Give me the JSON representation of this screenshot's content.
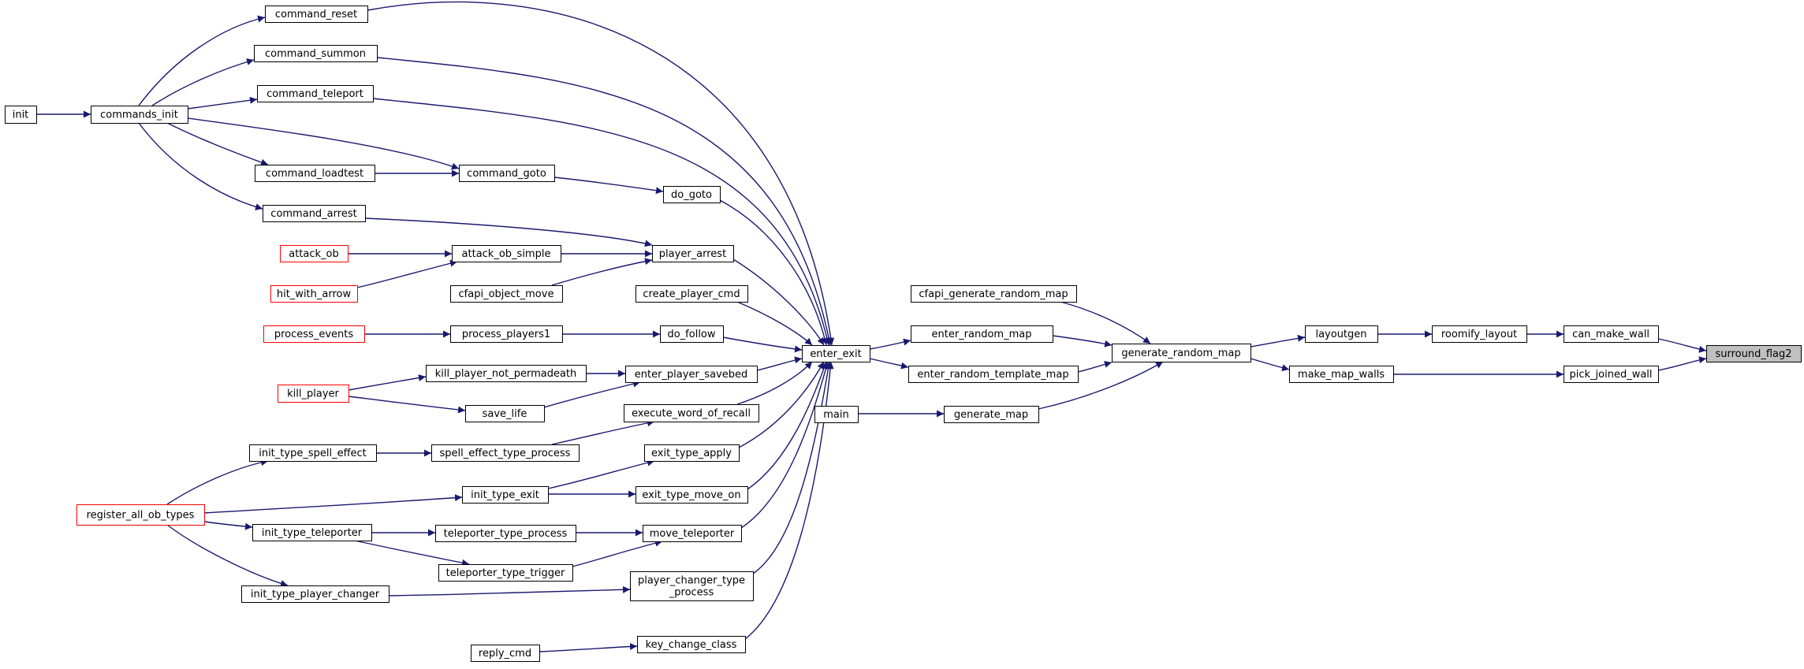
{
  "graph": {
    "nodes": [
      {
        "id": "surround_flag2",
        "label": "surround_flag2",
        "style": "highlight"
      },
      {
        "id": "can_make_wall",
        "label": "can_make_wall",
        "style": "normal"
      },
      {
        "id": "pick_joined_wall",
        "label": "pick_joined_wall",
        "style": "normal"
      },
      {
        "id": "roomify_layout",
        "label": "roomify_layout",
        "style": "normal"
      },
      {
        "id": "make_map_walls",
        "label": "make_map_walls",
        "style": "normal"
      },
      {
        "id": "layoutgen",
        "label": "layoutgen",
        "style": "normal"
      },
      {
        "id": "generate_random_map",
        "label": "generate_random_map",
        "style": "normal"
      },
      {
        "id": "cfapi_generate_random_map",
        "label": "cfapi_generate_random_map",
        "style": "normal"
      },
      {
        "id": "enter_random_map",
        "label": "enter_random_map",
        "style": "normal"
      },
      {
        "id": "enter_random_template_map",
        "label": "enter_random_template_map",
        "style": "normal"
      },
      {
        "id": "generate_map",
        "label": "generate_map",
        "style": "normal"
      },
      {
        "id": "main",
        "label": "main",
        "style": "normal"
      },
      {
        "id": "enter_exit",
        "label": "enter_exit",
        "style": "normal"
      },
      {
        "id": "command_reset",
        "label": "command_reset",
        "style": "normal"
      },
      {
        "id": "command_summon",
        "label": "command_summon",
        "style": "normal"
      },
      {
        "id": "command_teleport",
        "label": "command_teleport",
        "style": "normal"
      },
      {
        "id": "command_loadtest",
        "label": "command_loadtest",
        "style": "normal"
      },
      {
        "id": "command_goto",
        "label": "command_goto",
        "style": "normal"
      },
      {
        "id": "command_arrest",
        "label": "command_arrest",
        "style": "normal"
      },
      {
        "id": "commands_init",
        "label": "commands_init",
        "style": "normal"
      },
      {
        "id": "init",
        "label": "init",
        "style": "normal"
      },
      {
        "id": "do_goto",
        "label": "do_goto",
        "style": "normal"
      },
      {
        "id": "player_arrest",
        "label": "player_arrest",
        "style": "normal"
      },
      {
        "id": "attack_ob",
        "label": "attack_ob",
        "style": "red"
      },
      {
        "id": "attack_ob_simple",
        "label": "attack_ob_simple",
        "style": "normal"
      },
      {
        "id": "hit_with_arrow",
        "label": "hit_with_arrow",
        "style": "red"
      },
      {
        "id": "cfapi_object_move",
        "label": "cfapi_object_move",
        "style": "normal"
      },
      {
        "id": "create_player_cmd",
        "label": "create_player_cmd",
        "style": "normal"
      },
      {
        "id": "process_events",
        "label": "process_events",
        "style": "red"
      },
      {
        "id": "process_players1",
        "label": "process_players1",
        "style": "normal"
      },
      {
        "id": "do_follow",
        "label": "do_follow",
        "style": "normal"
      },
      {
        "id": "kill_player",
        "label": "kill_player",
        "style": "red"
      },
      {
        "id": "kill_player_not_permadeath",
        "label": "kill_player_not_permadeath",
        "style": "normal"
      },
      {
        "id": "save_life",
        "label": "save_life",
        "style": "normal"
      },
      {
        "id": "enter_player_savebed",
        "label": "enter_player_savebed",
        "style": "normal"
      },
      {
        "id": "execute_word_of_recall",
        "label": "execute_word_of_recall",
        "style": "normal"
      },
      {
        "id": "init_type_spell_effect",
        "label": "init_type_spell_effect",
        "style": "normal"
      },
      {
        "id": "spell_effect_type_process",
        "label": "spell_effect_type_process",
        "style": "normal"
      },
      {
        "id": "exit_type_apply",
        "label": "exit_type_apply",
        "style": "normal"
      },
      {
        "id": "register_all_ob_types",
        "label": "register_all_ob_types",
        "style": "red"
      },
      {
        "id": "init_type_exit",
        "label": "init_type_exit",
        "style": "normal"
      },
      {
        "id": "exit_type_move_on",
        "label": "exit_type_move_on",
        "style": "normal"
      },
      {
        "id": "init_type_teleporter",
        "label": "init_type_teleporter",
        "style": "normal"
      },
      {
        "id": "teleporter_type_process",
        "label": "teleporter_type_process",
        "style": "normal"
      },
      {
        "id": "teleporter_type_trigger",
        "label": "teleporter_type_trigger",
        "style": "normal"
      },
      {
        "id": "move_teleporter",
        "label": "move_teleporter",
        "style": "normal"
      },
      {
        "id": "init_type_player_changer",
        "label": "init_type_player_changer",
        "style": "normal"
      },
      {
        "id": "player_changer_type_process",
        "label": "player_changer_type\n_process",
        "style": "normal"
      },
      {
        "id": "reply_cmd",
        "label": "reply_cmd",
        "style": "normal"
      },
      {
        "id": "key_change_class",
        "label": "key_change_class",
        "style": "normal"
      }
    ],
    "edges": [
      [
        "can_make_wall",
        "surround_flag2"
      ],
      [
        "pick_joined_wall",
        "surround_flag2"
      ],
      [
        "roomify_layout",
        "can_make_wall"
      ],
      [
        "make_map_walls",
        "pick_joined_wall"
      ],
      [
        "layoutgen",
        "roomify_layout"
      ],
      [
        "generate_random_map",
        "layoutgen"
      ],
      [
        "generate_random_map",
        "make_map_walls"
      ],
      [
        "cfapi_generate_random_map",
        "generate_random_map"
      ],
      [
        "enter_random_map",
        "generate_random_map"
      ],
      [
        "enter_random_template_map",
        "generate_random_map"
      ],
      [
        "generate_map",
        "generate_random_map"
      ],
      [
        "main",
        "generate_map"
      ],
      [
        "enter_exit",
        "enter_random_map"
      ],
      [
        "enter_exit",
        "enter_random_template_map"
      ],
      [
        "command_reset",
        "enter_exit"
      ],
      [
        "command_summon",
        "enter_exit"
      ],
      [
        "command_teleport",
        "enter_exit"
      ],
      [
        "do_goto",
        "enter_exit"
      ],
      [
        "player_arrest",
        "enter_exit"
      ],
      [
        "create_player_cmd",
        "enter_exit"
      ],
      [
        "do_follow",
        "enter_exit"
      ],
      [
        "enter_player_savebed",
        "enter_exit"
      ],
      [
        "execute_word_of_recall",
        "enter_exit"
      ],
      [
        "exit_type_apply",
        "enter_exit"
      ],
      [
        "exit_type_move_on",
        "enter_exit"
      ],
      [
        "move_teleporter",
        "enter_exit"
      ],
      [
        "player_changer_type_process",
        "enter_exit"
      ],
      [
        "key_change_class",
        "enter_exit"
      ],
      [
        "commands_init",
        "command_reset"
      ],
      [
        "commands_init",
        "command_summon"
      ],
      [
        "commands_init",
        "command_teleport"
      ],
      [
        "commands_init",
        "command_loadtest"
      ],
      [
        "commands_init",
        "command_goto"
      ],
      [
        "commands_init",
        "command_arrest"
      ],
      [
        "init",
        "commands_init"
      ],
      [
        "command_loadtest",
        "command_goto"
      ],
      [
        "command_goto",
        "do_goto"
      ],
      [
        "command_arrest",
        "player_arrest"
      ],
      [
        "attack_ob_simple",
        "player_arrest"
      ],
      [
        "cfapi_object_move",
        "player_arrest"
      ],
      [
        "attack_ob",
        "attack_ob_simple"
      ],
      [
        "hit_with_arrow",
        "attack_ob_simple"
      ],
      [
        "process_events",
        "process_players1"
      ],
      [
        "process_players1",
        "do_follow"
      ],
      [
        "kill_player",
        "kill_player_not_permadeath"
      ],
      [
        "kill_player",
        "save_life"
      ],
      [
        "kill_player_not_permadeath",
        "enter_player_savebed"
      ],
      [
        "save_life",
        "enter_player_savebed"
      ],
      [
        "spell_effect_type_process",
        "execute_word_of_recall"
      ],
      [
        "init_type_spell_effect",
        "spell_effect_type_process"
      ],
      [
        "register_all_ob_types",
        "init_type_spell_effect"
      ],
      [
        "register_all_ob_types",
        "init_type_exit"
      ],
      [
        "register_all_ob_types",
        "init_type_teleporter"
      ],
      [
        "register_all_ob_types",
        "init_type_player_changer"
      ],
      [
        "init_type_exit",
        "exit_type_apply"
      ],
      [
        "init_type_exit",
        "exit_type_move_on"
      ],
      [
        "init_type_teleporter",
        "teleporter_type_process"
      ],
      [
        "init_type_teleporter",
        "teleporter_type_trigger"
      ],
      [
        "teleporter_type_process",
        "move_teleporter"
      ],
      [
        "teleporter_type_trigger",
        "move_teleporter"
      ],
      [
        "init_type_player_changer",
        "player_changer_type_process"
      ],
      [
        "reply_cmd",
        "key_change_class"
      ]
    ]
  }
}
